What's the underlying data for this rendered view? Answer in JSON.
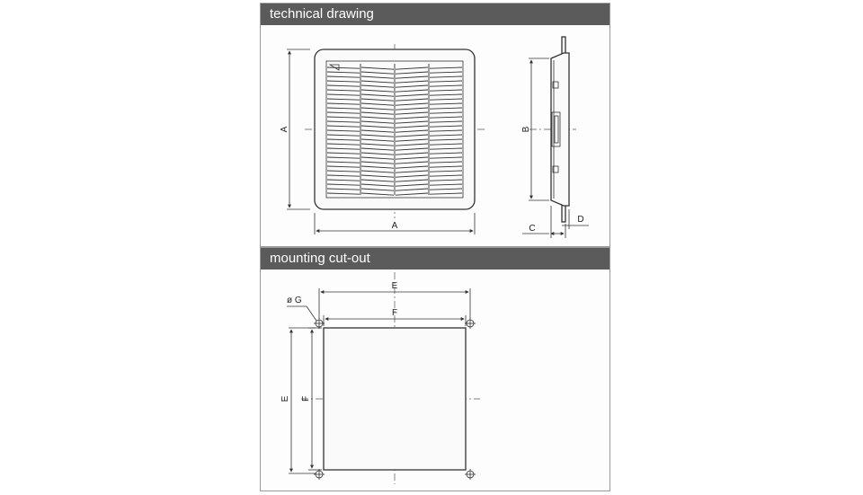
{
  "sections": [
    {
      "title": "technical drawing"
    },
    {
      "title": "mounting cut-out"
    }
  ],
  "labels": {
    "front_height": "A",
    "front_width": "A",
    "side_height": "B",
    "side_depth_c": "C",
    "side_depth_d": "D",
    "cutout_hole_dia": "ø G",
    "cutout_outer_width": "E",
    "cutout_inner_width": "F",
    "cutout_outer_height": "E",
    "cutout_inner_height": "F"
  },
  "colors": {
    "header_bg": "#5b5b5b",
    "header_text": "#ffffff",
    "line": "#333333"
  }
}
